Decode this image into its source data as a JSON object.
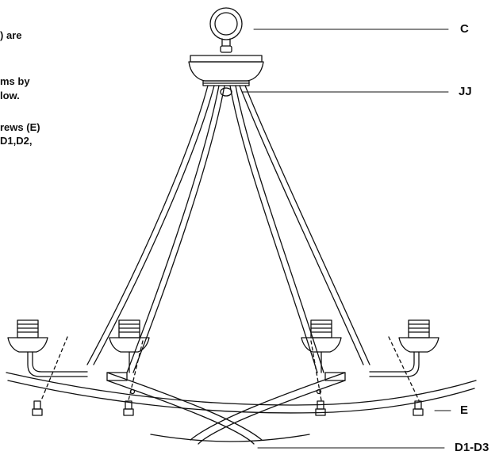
{
  "instructions": {
    "fragments": [
      ") are",
      "ms by",
      "low.",
      "rews (E)",
      "D1,D2,"
    ]
  },
  "callouts": {
    "c": "C",
    "jj": "JJ",
    "e": "E",
    "d": "D1-D3"
  },
  "colors": {
    "ink": "#111111",
    "paper": "#ffffff"
  }
}
